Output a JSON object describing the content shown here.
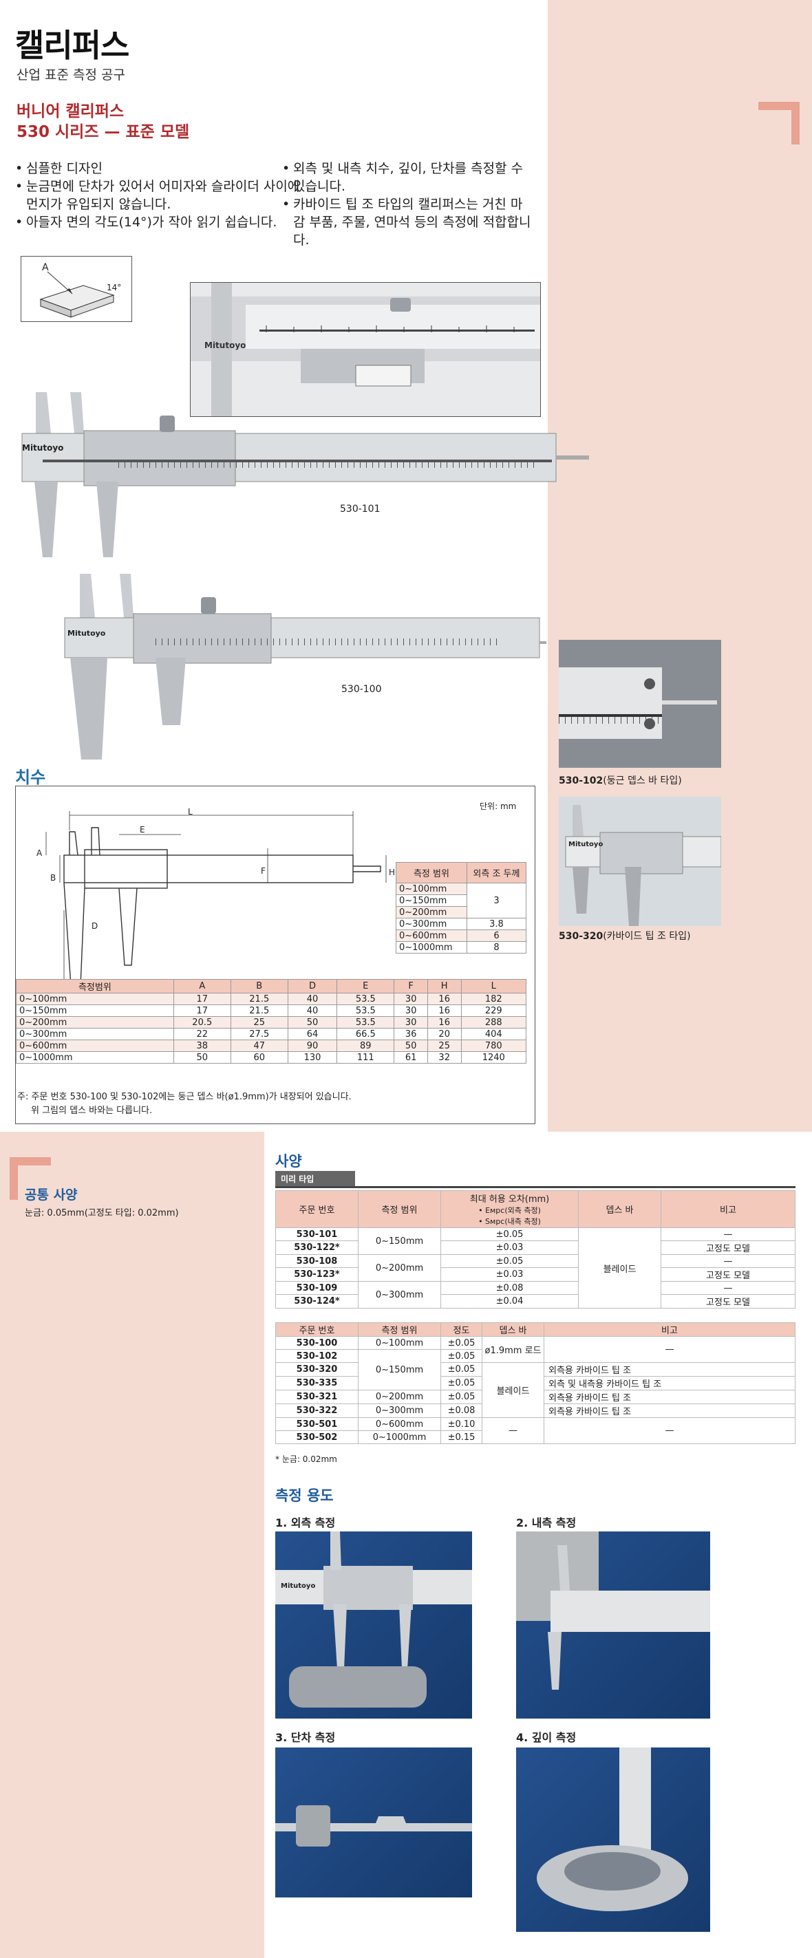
{
  "header": {
    "title": "캘리퍼스",
    "subtitle": "산업 표준 측정 공구"
  },
  "product": {
    "line1": "버니어 캘리퍼스",
    "line2": "530 시리즈 — 표준 모델"
  },
  "features_left": [
    "심플한 디자인",
    "눈금면에 단차가 있어서 어미자와 슬라이더 사이에 먼지가 유입되지 않습니다.",
    "아들자 면의 각도(14°)가 작아 읽기 쉽습니다."
  ],
  "features_right": [
    "외측 및 내측 치수, 깊이, 단차를 측정할 수 있습니다.",
    "카바이드 팁 조 타입의 캘리퍼스는 거친 마감 부품, 주물, 연마석 등의 측정에 적합합니다."
  ],
  "diagram": {
    "label_a": "A",
    "angle": "14°"
  },
  "models": {
    "m101": "530-101",
    "m100": "530-100",
    "m102_code": "530-102",
    "m102_desc": "(둥근 뎁스 바 타입)",
    "m320_code": "530-320",
    "m320_desc": "(카바이드 팁 조 타입)"
  },
  "brand": "Mitutoyo",
  "dimensions": {
    "heading": "치수",
    "unit": "단위: mm",
    "labels": [
      "L",
      "E",
      "F",
      "H",
      "A",
      "B",
      "D"
    ],
    "jaw_table": {
      "headers": [
        "측정 범위",
        "외측 조 두께"
      ],
      "rows": [
        [
          "0~100mm",
          "3"
        ],
        [
          "0~150mm",
          ""
        ],
        [
          "0~200mm",
          ""
        ],
        [
          "0~300mm",
          "3.8"
        ],
        [
          "0~600mm",
          "6"
        ],
        [
          "0~1000mm",
          "8"
        ]
      ]
    },
    "main_table": {
      "headers": [
        "측정범위",
        "A",
        "B",
        "D",
        "E",
        "F",
        "H",
        "L"
      ],
      "rows": [
        [
          "0~100mm",
          "17",
          "21.5",
          "40",
          "53.5",
          "30",
          "16",
          "182"
        ],
        [
          "0~150mm",
          "17",
          "21.5",
          "40",
          "53.5",
          "30",
          "16",
          "229"
        ],
        [
          "0~200mm",
          "20.5",
          "25",
          "50",
          "53.5",
          "30",
          "16",
          "288"
        ],
        [
          "0~300mm",
          "22",
          "27.5",
          "64",
          "66.5",
          "36",
          "20",
          "404"
        ],
        [
          "0~600mm",
          "38",
          "47",
          "90",
          "89",
          "50",
          "25",
          "780"
        ],
        [
          "0~1000mm",
          "50",
          "60",
          "130",
          "111",
          "61",
          "32",
          "1240"
        ]
      ]
    },
    "note1": "주: 주문 번호 530-100 및 530-102에는 둥근 뎁스 바(ø1.9mm)가 내장되어 있습니다.",
    "note2": "위 그림의 뎁스 바와는 다릅니다."
  },
  "common_spec": {
    "heading": "공통 사양",
    "text": "눈금: 0.05mm(고정도 타입: 0.02mm)"
  },
  "spec": {
    "heading": "사양",
    "subheading": "미리 타입",
    "t1_headers": {
      "pn": "주문 번호",
      "range": "측정 범위",
      "err": "최대 허용 오차(mm)",
      "err1": "• Eмрс(외측 측정)",
      "err2": "• Sмрс(내측 측정)",
      "depth": "뎁스 바",
      "note": "비고"
    },
    "t1_rows": [
      {
        "pn": "530-101",
        "range": "0~150mm",
        "err": "±0.05",
        "note": "—"
      },
      {
        "pn": "530-122*",
        "range": "",
        "err": "±0.03",
        "note": "고정도 모델"
      },
      {
        "pn": "530-108",
        "range": "0~200mm",
        "err": "±0.05",
        "note": "—"
      },
      {
        "pn": "530-123*",
        "range": "",
        "err": "±0.03",
        "note": "고정도 모델"
      },
      {
        "pn": "530-109",
        "range": "0~300mm",
        "err": "±0.08",
        "note": "—"
      },
      {
        "pn": "530-124*",
        "range": "",
        "err": "±0.04",
        "note": "고정도 모델"
      }
    ],
    "t1_depth": "블레이드",
    "t2_headers": {
      "pn": "주문 번호",
      "range": "측정 범위",
      "acc": "정도",
      "depth": "뎁스 바",
      "note": "비고"
    },
    "t2_rows": [
      {
        "pn": "530-100",
        "range": "0~100mm",
        "acc": "±0.05",
        "note": "—"
      },
      {
        "pn": "530-102",
        "range": "",
        "acc": "±0.05",
        "note": ""
      },
      {
        "pn": "530-320",
        "range": "0~150mm",
        "acc": "±0.05",
        "note": "외측용 카바이드 팁 조"
      },
      {
        "pn": "530-335",
        "range": "",
        "acc": "±0.05",
        "note": "외측 및 내측용 카바이드 팁 조"
      },
      {
        "pn": "530-321",
        "range": "0~200mm",
        "acc": "±0.05",
        "note": "외측용 카바이드 팁 조"
      },
      {
        "pn": "530-322",
        "range": "0~300mm",
        "acc": "±0.08",
        "note": "외측용 카바이드 팁 조"
      },
      {
        "pn": "530-501",
        "range": "0~600mm",
        "acc": "±0.10",
        "note": "—"
      },
      {
        "pn": "530-502",
        "range": "0~1000mm",
        "acc": "±0.15",
        "note": ""
      }
    ],
    "t2_depth_rod": "ø1.9mm 로드",
    "t2_depth_blade": "블레이드",
    "t2_depth_none": "—",
    "footnote": "* 눈금: 0.02mm"
  },
  "usage": {
    "heading": "측정 용도",
    "items": [
      "1. 외측 측정",
      "2. 내측 측정",
      "3. 단차 측정",
      "4. 깊이 측정"
    ]
  },
  "colors": {
    "pink_bg": "#f4dcd3",
    "accent": "#e8a393",
    "red_title": "#b22a2e",
    "blue_title": "#1f6fa6",
    "table_head": "#f3c9bc"
  }
}
